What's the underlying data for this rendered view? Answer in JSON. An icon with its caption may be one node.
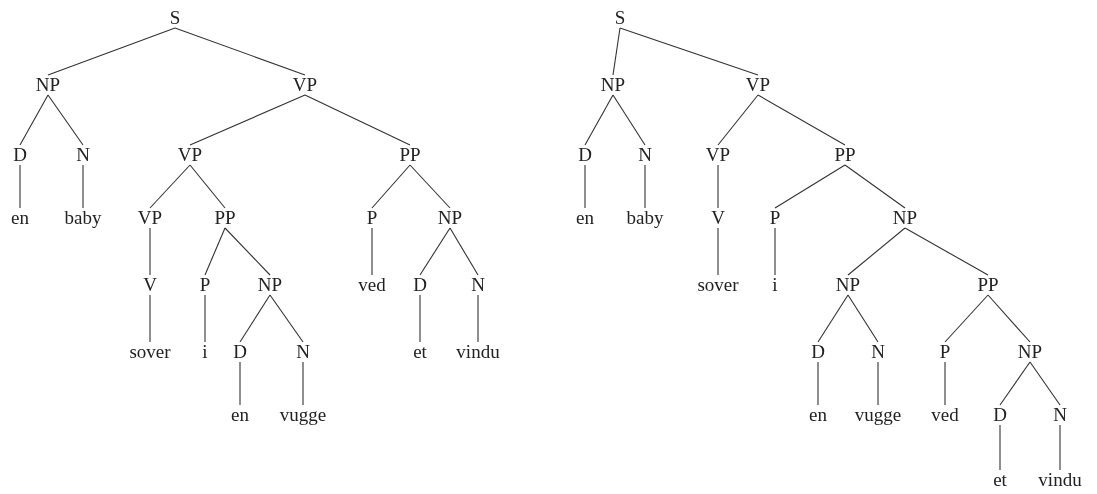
{
  "diagram": {
    "nodes": [
      {
        "text": [
          "S"
        ]
      },
      {
        "text": [
          "NP"
        ]
      },
      {
        "text": [
          "VP"
        ]
      },
      {
        "text": [
          "D"
        ]
      },
      {
        "text": [
          "N"
        ]
      },
      {
        "text": [
          "en"
        ]
      },
      {
        "text": [
          "baby"
        ]
      },
      {
        "text": [
          "VP"
        ]
      },
      {
        "text": [
          "PP"
        ]
      },
      {
        "text": [
          "VP"
        ]
      },
      {
        "text": [
          "PP"
        ]
      },
      {
        "text": [
          "V"
        ]
      },
      {
        "text": [
          "sover"
        ]
      },
      {
        "text": [
          "P"
        ]
      },
      {
        "text": [
          "NP"
        ]
      },
      {
        "text": [
          "i"
        ]
      },
      {
        "text": [
          "D"
        ]
      },
      {
        "text": [
          "N"
        ]
      },
      {
        "text": [
          "en"
        ]
      },
      {
        "text": [
          "vugge"
        ]
      },
      {
        "text": [
          "P"
        ]
      },
      {
        "text": [
          "NP"
        ]
      },
      {
        "text": [
          "ved"
        ]
      },
      {
        "text": [
          "D"
        ]
      },
      {
        "text": [
          "N"
        ]
      },
      {
        "text": [
          "et"
        ]
      },
      {
        "text": [
          "vindu"
        ]
      },
      {
        "text": [
          "S"
        ]
      },
      {
        "text": [
          "NP"
        ]
      },
      {
        "text": [
          "VP"
        ]
      },
      {
        "text": [
          "D"
        ]
      },
      {
        "text": [
          "N"
        ]
      },
      {
        "text": [
          "en"
        ]
      },
      {
        "text": [
          "baby"
        ]
      },
      {
        "text": [
          "VP"
        ]
      },
      {
        "text": [
          "PP"
        ]
      },
      {
        "text": [
          "V"
        ]
      },
      {
        "text": [
          "sover"
        ]
      },
      {
        "text": [
          "P"
        ]
      },
      {
        "text": [
          "NP"
        ]
      },
      {
        "text": [
          "i"
        ]
      },
      {
        "text": [
          "NP"
        ]
      },
      {
        "text": [
          "PP"
        ]
      },
      {
        "text": [
          "D"
        ]
      },
      {
        "text": [
          "N"
        ]
      },
      {
        "text": [
          "en"
        ]
      },
      {
        "text": [
          "vugge"
        ]
      },
      {
        "text": [
          "P"
        ]
      },
      {
        "text": [
          "NP"
        ]
      },
      {
        "text": [
          "ved"
        ]
      },
      {
        "text": [
          "D"
        ]
      },
      {
        "text": [
          "N"
        ]
      },
      {
        "text": [
          "et"
        ]
      },
      {
        "text": [
          "vindu"
        ]
      }
    ],
    "edges": [
      {
        "from": 0,
        "to": 1,
        "arrow": "none"
      },
      {
        "from": 0,
        "to": 2,
        "arrow": "none"
      },
      {
        "from": 1,
        "to": 3,
        "arrow": "none"
      },
      {
        "from": 1,
        "to": 4,
        "arrow": "none"
      },
      {
        "from": 3,
        "to": 5,
        "arrow": "none"
      },
      {
        "from": 4,
        "to": 6,
        "arrow": "none"
      },
      {
        "from": 2,
        "to": 7,
        "arrow": "none"
      },
      {
        "from": 2,
        "to": 8,
        "arrow": "none"
      },
      {
        "from": 7,
        "to": 9,
        "arrow": "none"
      },
      {
        "from": 7,
        "to": 10,
        "arrow": "none"
      },
      {
        "from": 9,
        "to": 11,
        "arrow": "none"
      },
      {
        "from": 11,
        "to": 12,
        "arrow": "none"
      },
      {
        "from": 10,
        "to": 13,
        "arrow": "none"
      },
      {
        "from": 10,
        "to": 14,
        "arrow": "none"
      },
      {
        "from": 13,
        "to": 15,
        "arrow": "none"
      },
      {
        "from": 14,
        "to": 16,
        "arrow": "none"
      },
      {
        "from": 14,
        "to": 17,
        "arrow": "none"
      },
      {
        "from": 16,
        "to": 18,
        "arrow": "none"
      },
      {
        "from": 17,
        "to": 19,
        "arrow": "none"
      },
      {
        "from": 8,
        "to": 20,
        "arrow": "none"
      },
      {
        "from": 8,
        "to": 21,
        "arrow": "none"
      },
      {
        "from": 20,
        "to": 22,
        "arrow": "none"
      },
      {
        "from": 21,
        "to": 23,
        "arrow": "none"
      },
      {
        "from": 21,
        "to": 24,
        "arrow": "none"
      },
      {
        "from": 23,
        "to": 25,
        "arrow": "none"
      },
      {
        "from": 24,
        "to": 26,
        "arrow": "none"
      },
      {
        "from": 27,
        "to": 28,
        "arrow": "none"
      },
      {
        "from": 27,
        "to": 29,
        "arrow": "none"
      },
      {
        "from": 28,
        "to": 30,
        "arrow": "none"
      },
      {
        "from": 28,
        "to": 31,
        "arrow": "none"
      },
      {
        "from": 30,
        "to": 32,
        "arrow": "none"
      },
      {
        "from": 31,
        "to": 33,
        "arrow": "none"
      },
      {
        "from": 29,
        "to": 34,
        "arrow": "none"
      },
      {
        "from": 29,
        "to": 35,
        "arrow": "none"
      },
      {
        "from": 34,
        "to": 36,
        "arrow": "none"
      },
      {
        "from": 36,
        "to": 37,
        "arrow": "none"
      },
      {
        "from": 35,
        "to": 38,
        "arrow": "none"
      },
      {
        "from": 35,
        "to": 39,
        "arrow": "none"
      },
      {
        "from": 38,
        "to": 40,
        "arrow": "none"
      },
      {
        "from": 39,
        "to": 41,
        "arrow": "none"
      },
      {
        "from": 39,
        "to": 42,
        "arrow": "none"
      },
      {
        "from": 41,
        "to": 43,
        "arrow": "none"
      },
      {
        "from": 41,
        "to": 44,
        "arrow": "none"
      },
      {
        "from": 43,
        "to": 45,
        "arrow": "none"
      },
      {
        "from": 44,
        "to": 46,
        "arrow": "none"
      },
      {
        "from": 42,
        "to": 47,
        "arrow": "none"
      },
      {
        "from": 42,
        "to": 48,
        "arrow": "none"
      },
      {
        "from": 47,
        "to": 49,
        "arrow": "none"
      },
      {
        "from": 48,
        "to": 50,
        "arrow": "none"
      },
      {
        "from": 48,
        "to": 51,
        "arrow": "none"
      },
      {
        "from": 50,
        "to": 52,
        "arrow": "none"
      },
      {
        "from": 51,
        "to": 53,
        "arrow": "none"
      }
    ]
  }
}
